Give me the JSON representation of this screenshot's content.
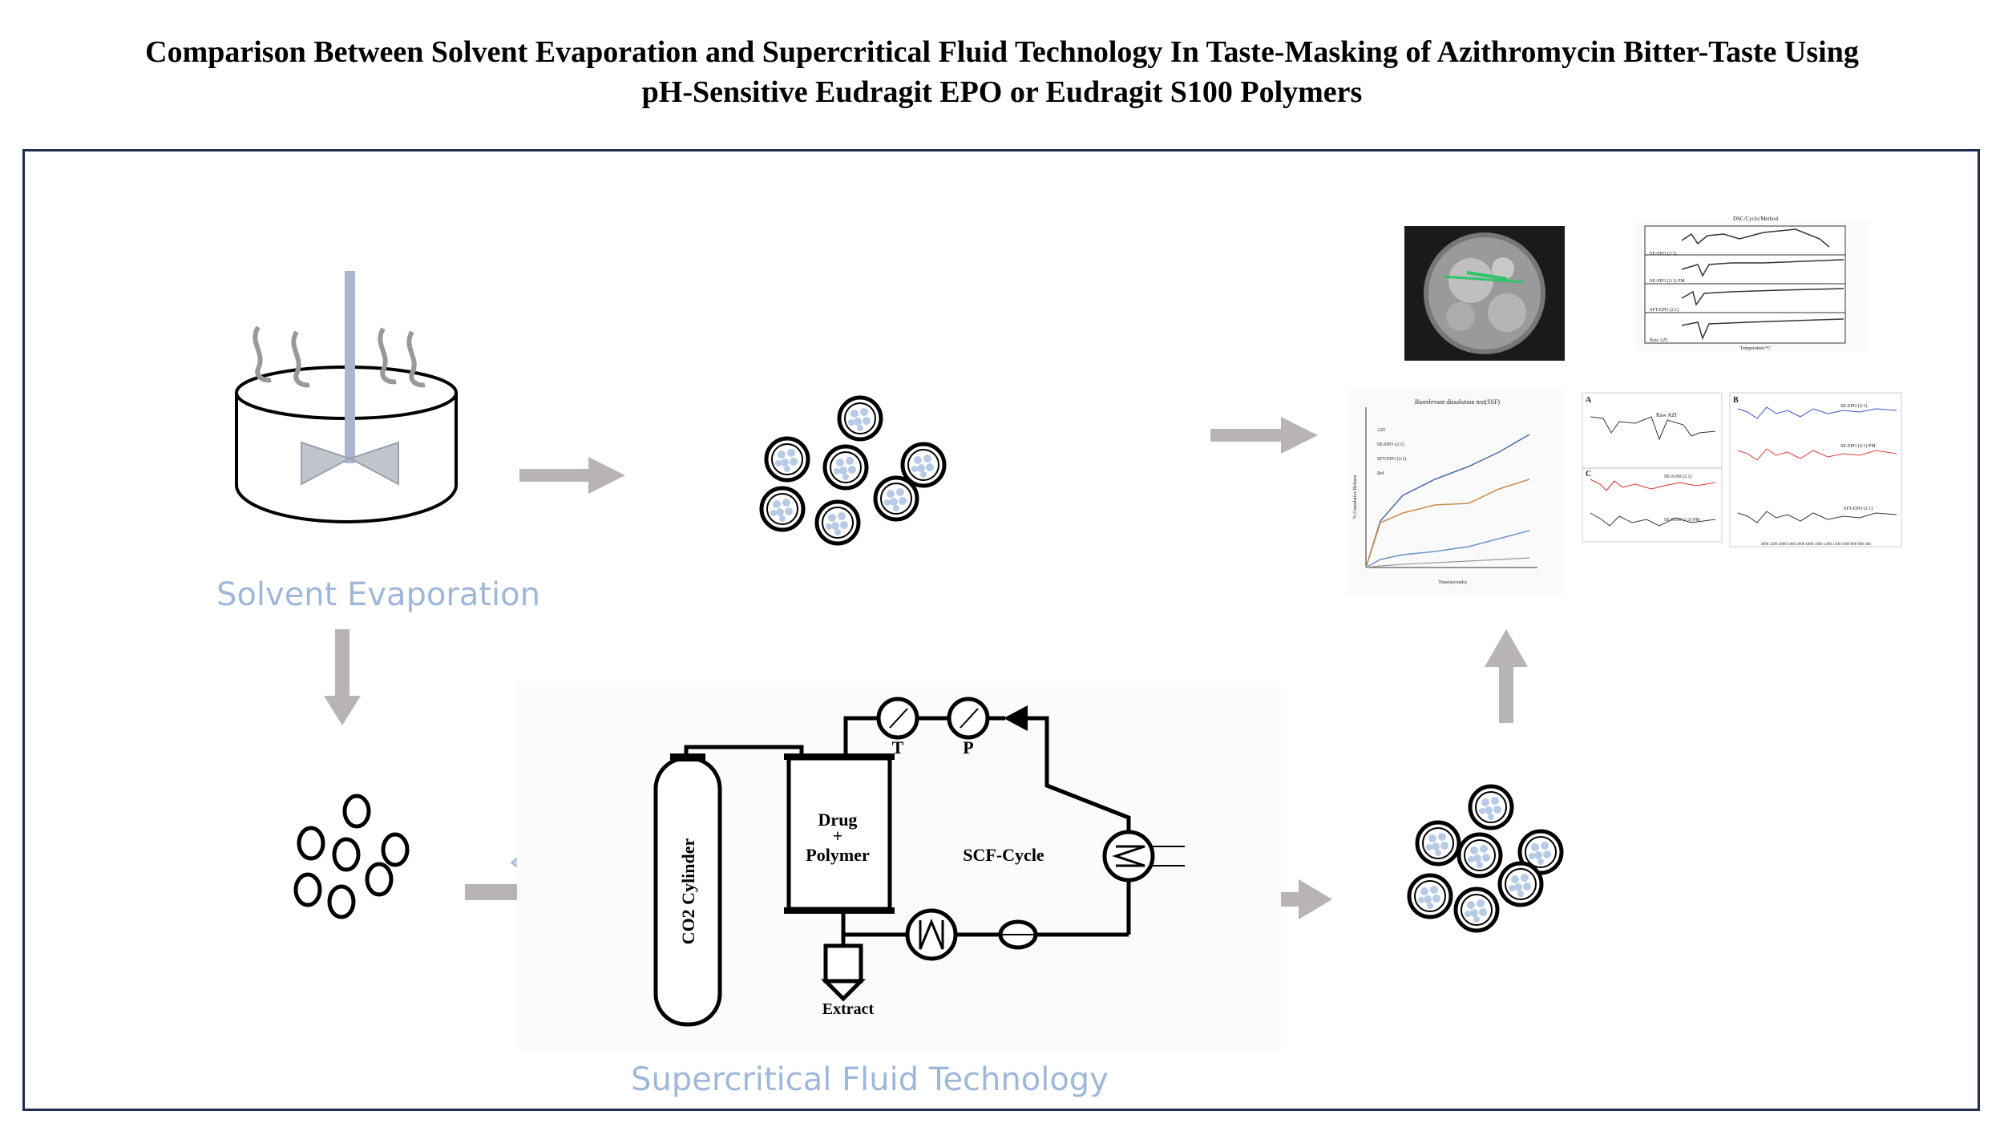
{
  "title": {
    "line1": "Comparison Between Solvent Evaporation and Supercritical Fluid Technology In Taste-Masking of Azithromycin Bitter-Taste Using",
    "line2": "pH-Sensitive Eudragit EPO or Eudragit S100 Polymers"
  },
  "labels": {
    "solvent_evaporation": "Solvent Evaporation",
    "supercritical_fluid": "Supercritical Fluid Technology"
  },
  "scf_apparatus": {
    "co2_cylinder": "CO2 Cylinder",
    "vessel_line1": "Drug",
    "vessel_line2": "+",
    "vessel_line3": "Polymer",
    "cycle": "SCF-Cycle",
    "temp_gauge": "T",
    "pressure_gauge": "P",
    "extract": "Extract"
  },
  "panels": {
    "dsc_title": "DSC/Cyclo/Method",
    "dsc_traces": [
      "SE-EPO (2:1)",
      "SE-EPO (2:1) PM",
      "SFT-EPO (2:1)",
      "Raw AZI"
    ],
    "dsc_xlabel": "Temperature/°C",
    "dissolution_title": "Biorelevant dissolution test(SSF)",
    "dissolution_legend": [
      "AZI",
      "SE-EPO (2:1)",
      "SFT-EPO (2:1)",
      "Ref"
    ],
    "dissolution_ylabel": "% Cumulative Release",
    "dissolution_xlabel": "Time(seconds)",
    "ftir_a_letter": "A",
    "ftir_a_traces": [
      "Raw AZI",
      "SE-S100 (2:1)",
      "SE-S100 (2:1) PM"
    ],
    "ftir_b_letter": "B",
    "ftir_b_traces": [
      "SE-EPO (2:1)",
      "SE-EPO (2:1) PM",
      "SFT-EPO (2:1)"
    ],
    "ftir_c_letter": "C",
    "ftir_b_xticks": "3800 3200 2800 2400 2000 1800 1600 1400 1200 1000 800 600 400"
  },
  "colors": {
    "arrow": "#b9b4b4",
    "label_blue": "#9fb7d8",
    "particle_fill": "#b7cbe6",
    "frame": "#1f2d4f"
  }
}
